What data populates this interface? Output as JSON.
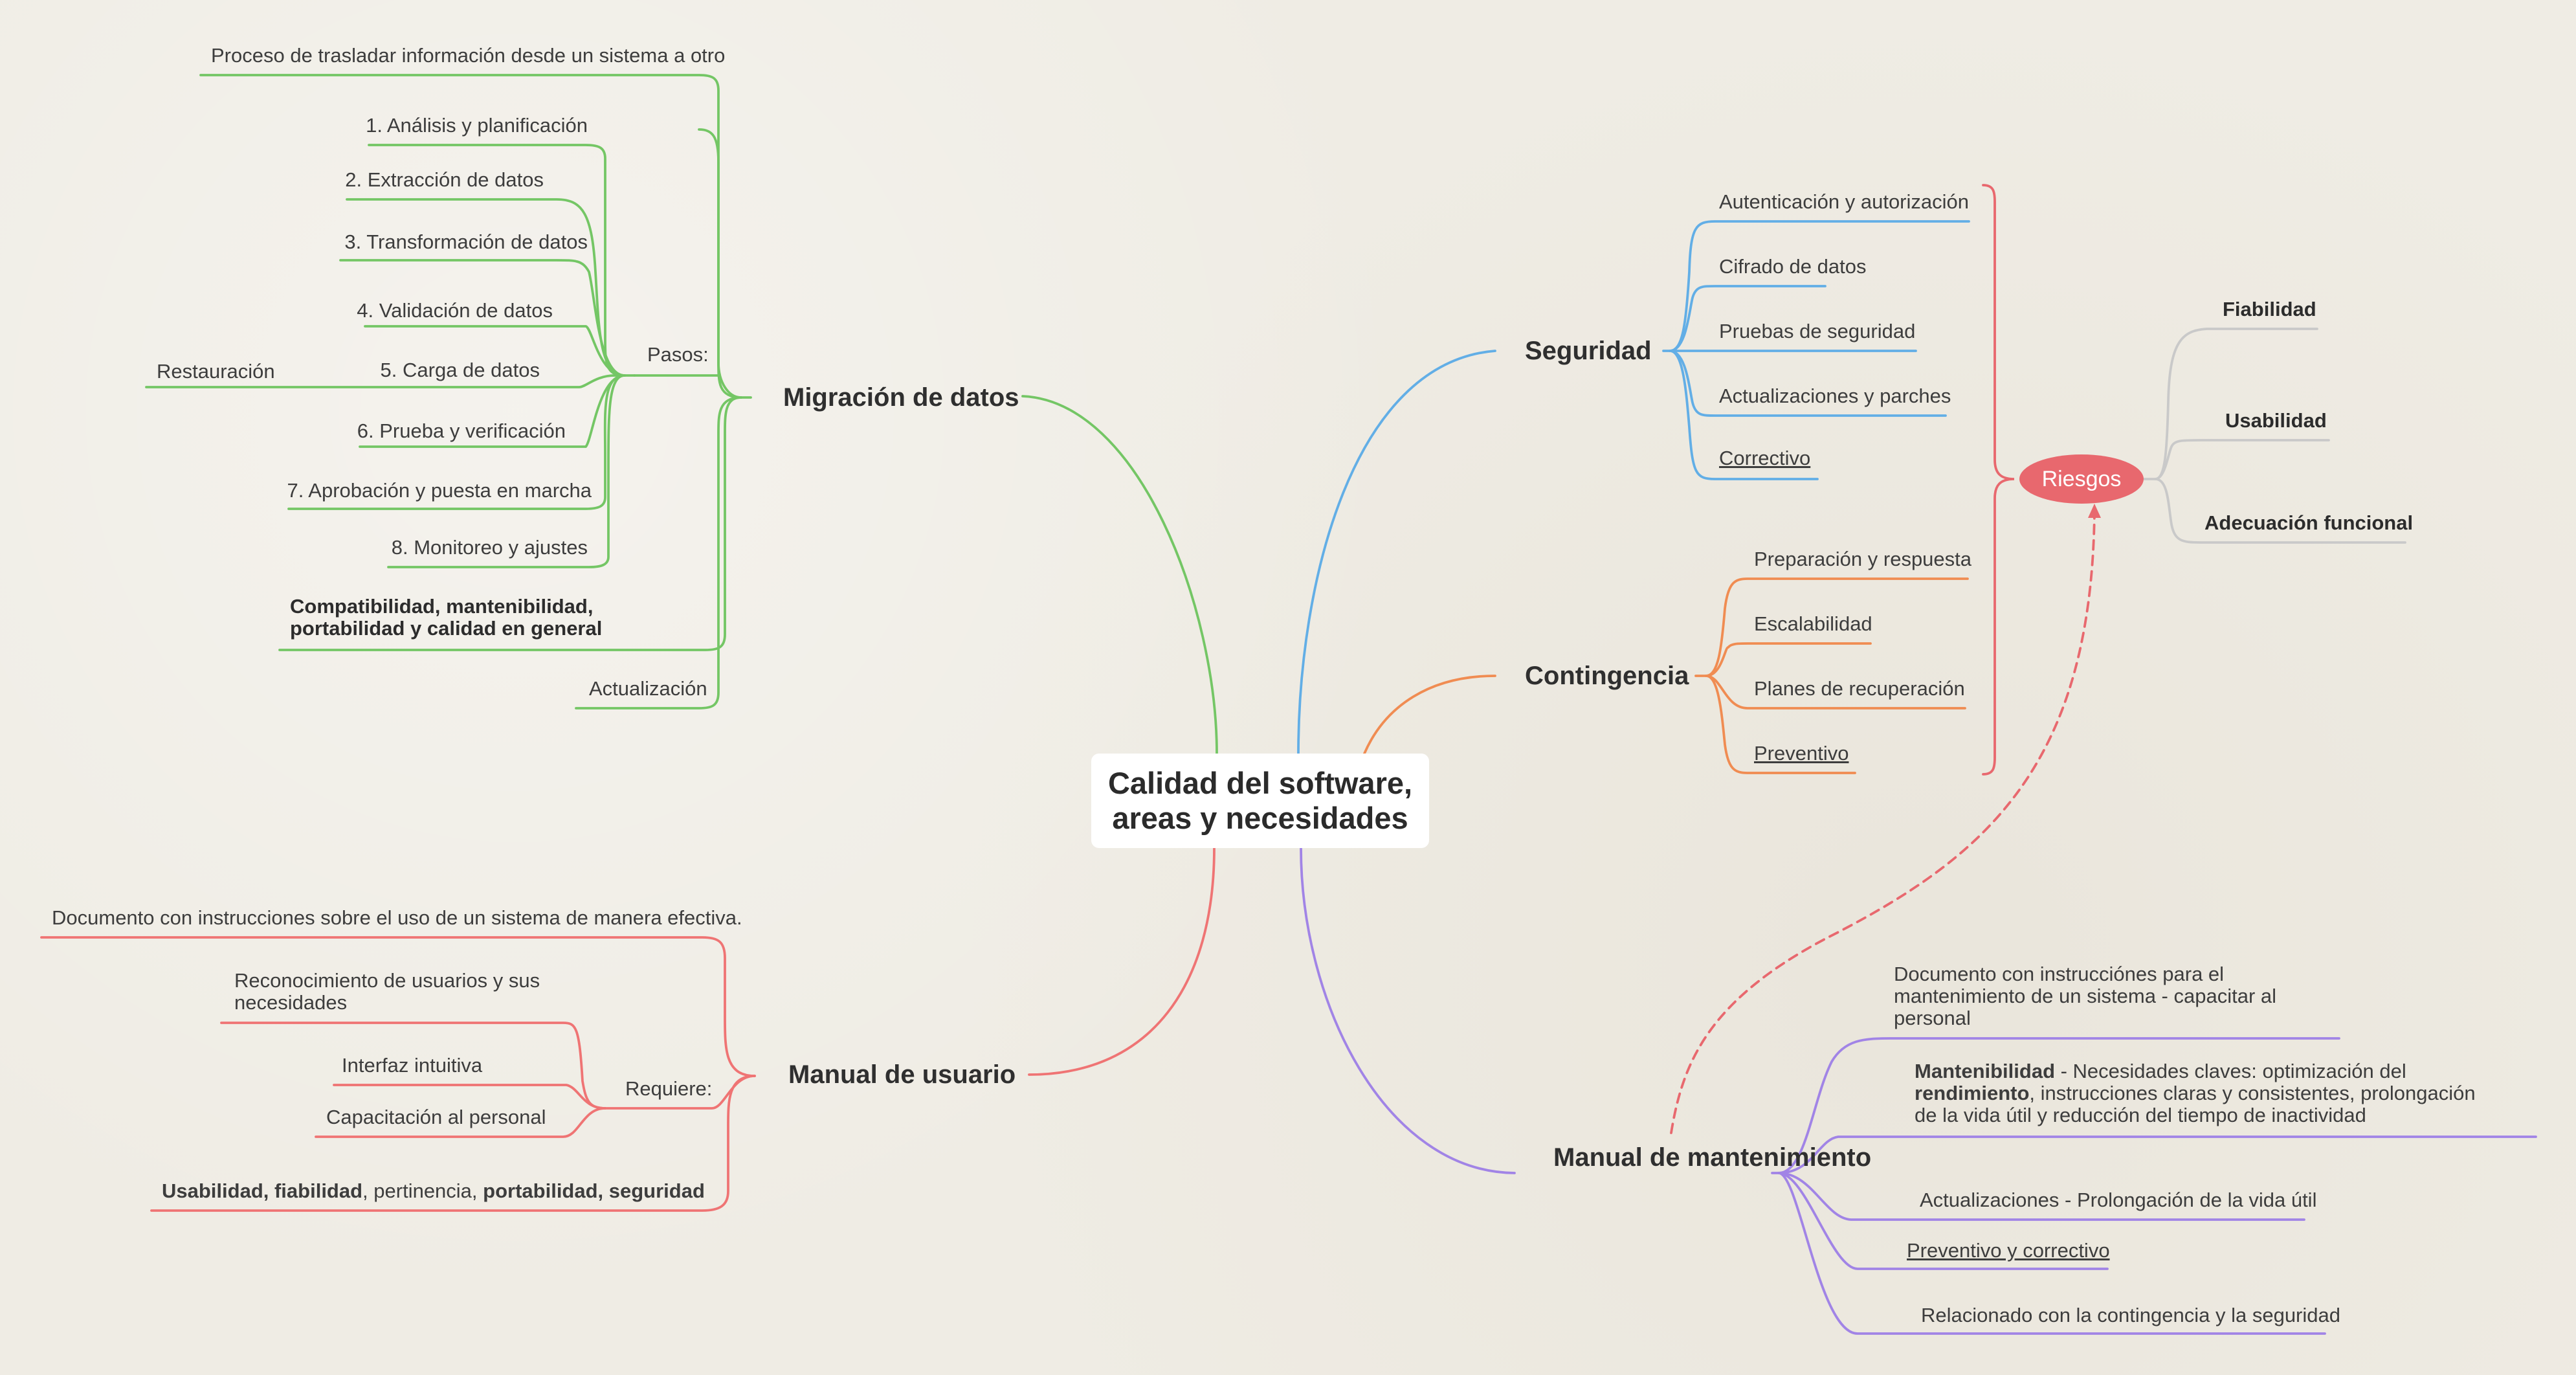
{
  "central": {
    "title": "Calidad del software,\nareas y necesidades"
  },
  "colors": {
    "migracion": "#74c665",
    "manual_usuario": "#ef7474",
    "seguridad": "#62aee6",
    "contingencia": "#f08c52",
    "manual_mantenimiento": "#a184e6",
    "riesgos": "#e8686e",
    "riesgos_branches": "#c9c9c9"
  },
  "migracion": {
    "title": "Migración de datos",
    "definicion": "Proceso de trasladar información desde un sistema a otro",
    "pasos_label": "Pasos:",
    "pasos": [
      "1. Análisis y planificación",
      "2. Extracción de datos",
      "3. Transformación de datos",
      "4. Validación de datos",
      "5. Carga de datos",
      "6. Prueba y verificación",
      "7. Aprobación y puesta en marcha",
      "8. Monitoreo y ajustes"
    ],
    "restauracion": "Restauración",
    "atributos": "Compatibilidad,  mantenibilidad, portabilidad y calidad en general",
    "actualizacion": "Actualización"
  },
  "manual_usuario": {
    "title": "Manual de usuario",
    "definicion": "Documento con instrucciones sobre el uso de un sistema de manera efectiva.",
    "requiere_label": "Requiere:",
    "requiere": [
      "Reconocimiento de usuarios y sus necesidades",
      "Interfaz intuitiva",
      "Capacitación al personal"
    ],
    "atributos": {
      "bold1": "Usabilidad, fiabilidad",
      "normal": ", pertinencia, ",
      "bold2": "portabilidad, seguridad"
    }
  },
  "seguridad": {
    "title": "Seguridad",
    "items": [
      "Autenticación y autorización",
      "Cifrado de datos",
      "Pruebas de seguridad",
      "Actualizaciones y parches",
      "Correctivo"
    ]
  },
  "contingencia": {
    "title": "Contingencia",
    "items": [
      "Preparación y respuesta",
      "Escalabilidad",
      "Planes de recuperación",
      "Preventivo"
    ]
  },
  "riesgos": {
    "label": "Riesgos",
    "items": [
      "Fiabilidad",
      "Usabilidad",
      "Adecuación funcional"
    ]
  },
  "manual_mantenimiento": {
    "title": "Manual de mantenimiento",
    "definicion": "Documento con instrucciónes para el mantenimiento de un sistema - capacitar al personal",
    "mantenibilidad": {
      "bold1": "Mantenibilidad",
      "text1": " - Necesidades claves: optimización del ",
      "bold2": "rendimiento",
      "text2": ", instrucciones claras y consistentes, prolongación de la vida útil y reducción del tiempo de inactividad"
    },
    "actualizaciones": "Actualizaciones - Prolongación de la vida útil",
    "preventivo_correctivo": "Preventivo y correctivo",
    "relacionado": "Relacionado con la contingencia y la seguridad"
  }
}
